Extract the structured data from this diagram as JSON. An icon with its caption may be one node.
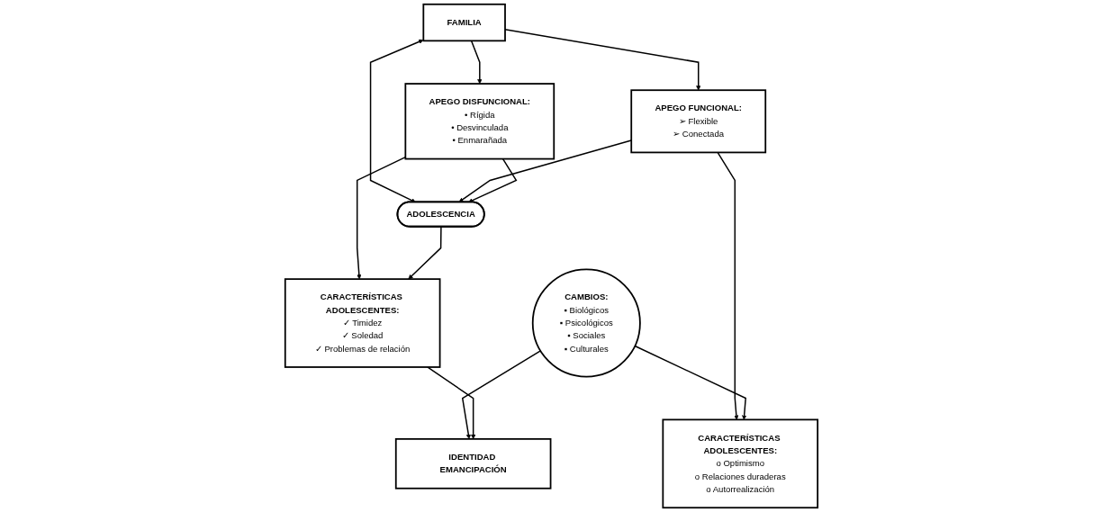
{
  "diagram": {
    "nodes": [
      {
        "text": [
          "FAMILIA"
        ]
      },
      {
        "text": [
          "APEGO FUNCIONAL:",
          "➢ Flexible",
          "➢ Conectada"
        ]
      },
      {
        "text": [
          "APEGO DISFUNCIONAL:",
          "• Rígida",
          "• Desvinculada",
          "• Enmarañada"
        ]
      },
      {
        "text": [
          "ADOLESCENCIA"
        ]
      },
      {
        "text": [
          "CAMBIOS:",
          "▪ Biológicos",
          "▪ Psicológicos",
          "▪ Sociales",
          "▪ Culturales"
        ]
      },
      {
        "text": [
          "CARACTERÍSTICAS ADOLESCENTES:",
          "o Optimismo",
          "o Relaciones duraderas",
          "o Autorrealización"
        ]
      },
      {
        "text": [
          "CARACTERÍSTICAS ADOLESCENTES:",
          "✓ Timidez",
          "✓ Soledad",
          "✓ Problemas de relación"
        ]
      },
      {
        "text": [
          "IDENTIDAD EMANCIPACIÓN"
        ]
      }
    ],
    "edges": [
      {
        "from": 0,
        "to": 2,
        "arrow": "to"
      },
      {
        "from": 0,
        "to": 1,
        "arrow": "to"
      },
      {
        "from": 0,
        "to": 3,
        "arrow": "both"
      },
      {
        "from": 1,
        "to": 3,
        "arrow": "to"
      },
      {
        "from": 2,
        "to": 3,
        "arrow": "to"
      },
      {
        "from": 1,
        "to": 5,
        "arrow": "to"
      },
      {
        "from": 2,
        "to": 6,
        "arrow": "to"
      },
      {
        "from": 3,
        "to": 6,
        "arrow": "to"
      },
      {
        "from": 4,
        "to": 5,
        "arrow": "to"
      },
      {
        "from": 4,
        "to": 7,
        "arrow": "to"
      },
      {
        "from": 6,
        "to": 7,
        "arrow": "to"
      }
    ]
  }
}
